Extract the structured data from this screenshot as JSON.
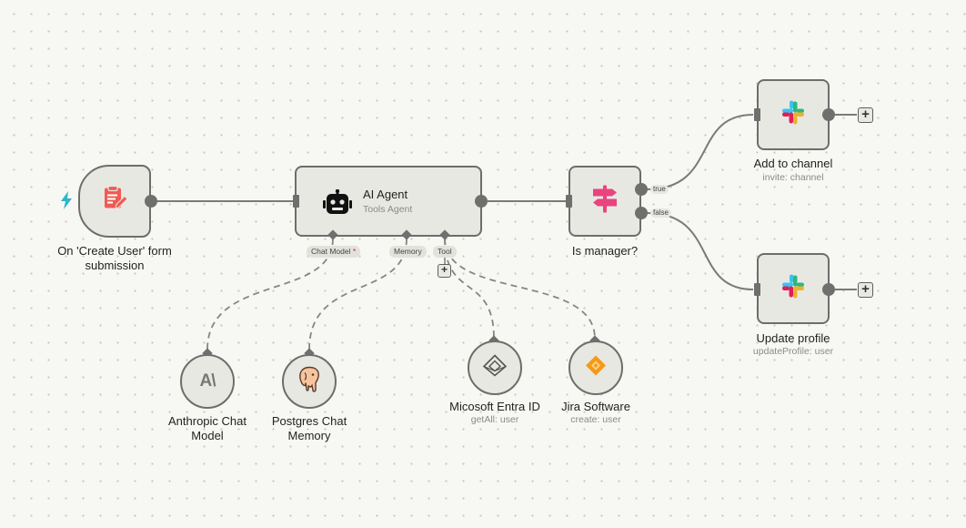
{
  "workflow": {
    "nodes": {
      "form_trigger": {
        "title_line1": "On 'Create User' form",
        "title_line2": "submission",
        "icon": "form-icon"
      },
      "ai_agent": {
        "title": "AI Agent",
        "subtitle": "Tools Agent",
        "icon": "robot-icon"
      },
      "is_manager": {
        "title": "Is manager?",
        "icon": "signpost-icon"
      },
      "add_to_channel": {
        "title": "Add to channel",
        "subtitle": "invite: channel",
        "icon": "slack-icon"
      },
      "update_profile": {
        "title": "Update profile",
        "subtitle": "updateProfile: user",
        "icon": "slack-icon"
      },
      "anthropic": {
        "title_line1": "Anthropic Chat",
        "title_line2": "Model",
        "icon": "anthropic-icon",
        "icon_text": "A\\"
      },
      "postgres": {
        "title_line1": "Postgres Chat",
        "title_line2": "Memory",
        "icon": "postgres-elephant-icon"
      },
      "entra": {
        "title": "Micosoft Entra ID",
        "subtitle": "getAll: user",
        "icon": "entra-icon"
      },
      "jira": {
        "title": "Jira Software",
        "subtitle": "create: user",
        "icon": "jira-icon"
      }
    },
    "agent_ports": {
      "chat_model": "Chat Model",
      "required_mark": "*",
      "memory": "Memory",
      "tool": "Tool"
    },
    "branches": {
      "true_label": "true",
      "false_label": "false"
    },
    "add_symbol": "+",
    "colors": {
      "trigger_bolt": "#2bb6c9",
      "form_icon": "#ef5b52",
      "signpost": "#e8447f",
      "jira": "#f59a16",
      "wire": "#7a7a78",
      "node_border": "#6d6d6b",
      "node_fill": "#e8e8e3"
    }
  }
}
